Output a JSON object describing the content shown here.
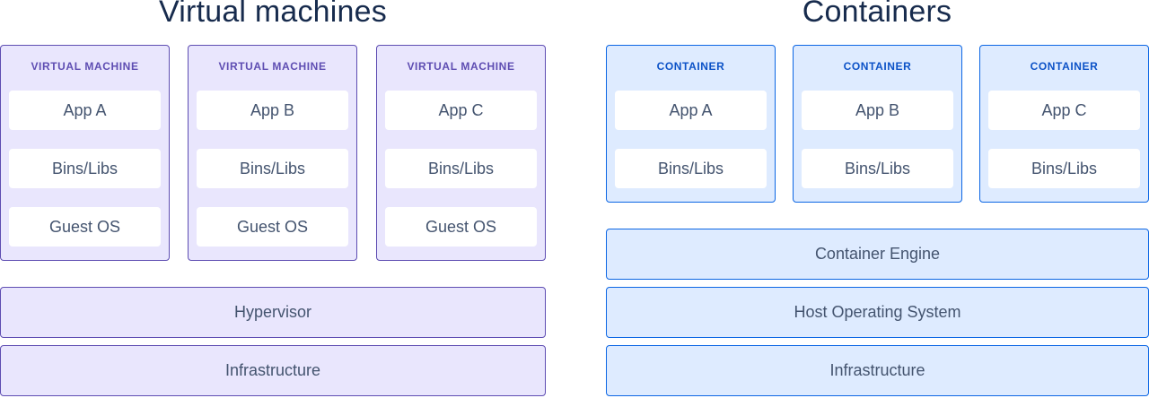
{
  "virtual_machines": {
    "title": "Virtual machines",
    "units": [
      {
        "label": "VIRTUAL MACHINE",
        "layers": [
          "App A",
          "Bins/Libs",
          "Guest OS"
        ]
      },
      {
        "label": "VIRTUAL MACHINE",
        "layers": [
          "App B",
          "Bins/Libs",
          "Guest OS"
        ]
      },
      {
        "label": "VIRTUAL MACHINE",
        "layers": [
          "App C",
          "Bins/Libs",
          "Guest OS"
        ]
      }
    ],
    "base_layers": [
      "Hypervisor",
      "Infrastructure"
    ],
    "colors": {
      "fill": "#e9e6fd",
      "border": "#5e4db2",
      "label": "#5e4db2"
    }
  },
  "containers": {
    "title": "Containers",
    "units": [
      {
        "label": "CONTAINER",
        "layers": [
          "App A",
          "Bins/Libs"
        ]
      },
      {
        "label": "CONTAINER",
        "layers": [
          "App B",
          "Bins/Libs"
        ]
      },
      {
        "label": "CONTAINER",
        "layers": [
          "App C",
          "Bins/Libs"
        ]
      }
    ],
    "base_layers": [
      "Container Engine",
      "Host Operating System",
      "Infrastructure"
    ],
    "colors": {
      "fill": "#deebff",
      "border": "#0c66e4",
      "label": "#0c52c7"
    }
  }
}
